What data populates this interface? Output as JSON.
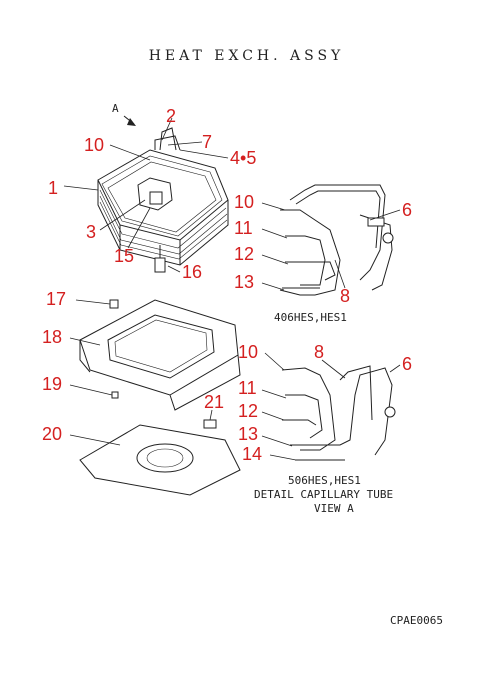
{
  "title": "HEAT EXCH. ASSY",
  "view_marker": "A",
  "callouts": {
    "c1": "1",
    "c2": "2",
    "c3": "3",
    "c45": "4•5",
    "c7": "7",
    "c10a": "10",
    "c15": "15",
    "c16": "16",
    "c6a": "6",
    "c8a": "8",
    "c10b": "10",
    "c11a": "11",
    "c12a": "12",
    "c13a": "13",
    "c17": "17",
    "c18": "18",
    "c19": "19",
    "c20": "20",
    "c21": "21",
    "c6b": "6",
    "c8b": "8",
    "c10c": "10",
    "c11b": "11",
    "c12b": "12",
    "c13b": "13",
    "c14": "14"
  },
  "captions": {
    "model_406": "406HES,HES1",
    "model_506": "506HES,HES1",
    "detail_line1": "DETAIL CAPILLARY TUBE",
    "detail_line2": "VIEW A"
  },
  "drawing_code": "CPAE0065",
  "colors": {
    "callout": "#d42020",
    "line": "#222222"
  }
}
